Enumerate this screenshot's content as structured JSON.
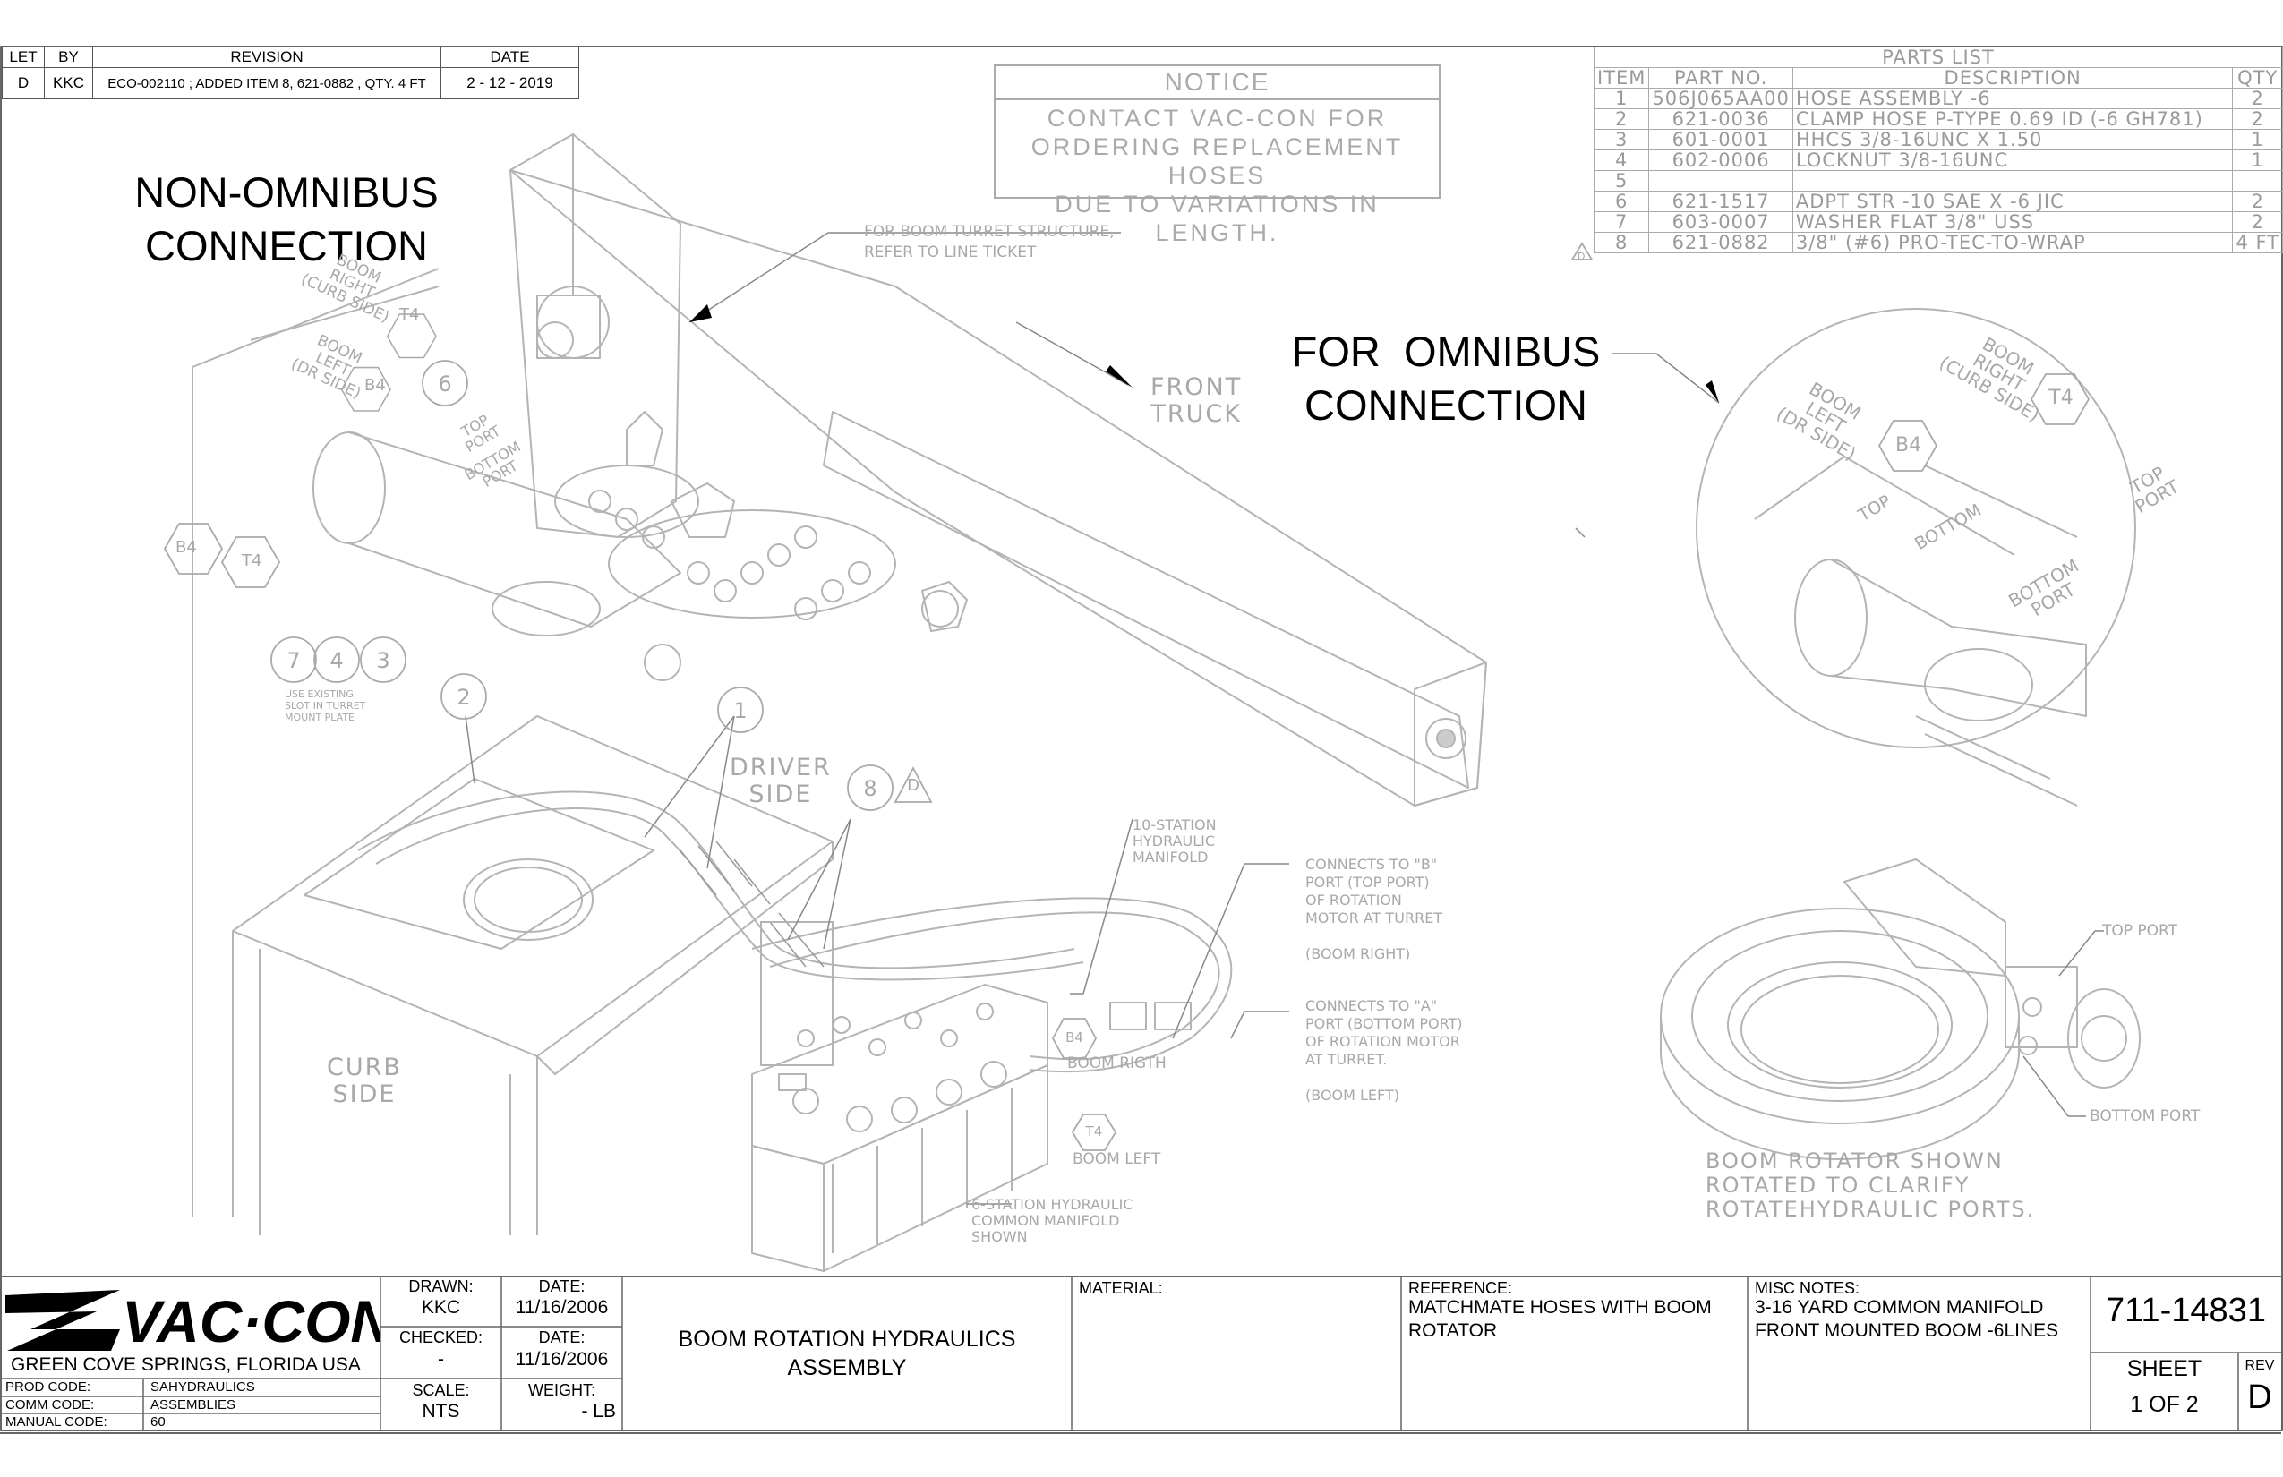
{
  "revision_table": {
    "headers": [
      "LET",
      "BY",
      "REVISION",
      "DATE"
    ],
    "rows": [
      [
        "D",
        "KKC",
        "ECO-002110 ; ADDED ITEM 8, 621-0882 , QTY. 4 FT",
        "2 - 12 - 2019"
      ]
    ]
  },
  "notice": {
    "title": "NOTICE",
    "lines": [
      "CONTACT VAC-CON FOR",
      "ORDERING REPLACEMENT HOSES",
      "DUE TO VARIATIONS IN LENGTH."
    ]
  },
  "parts_list": {
    "title": "PARTS LIST",
    "headers": [
      "ITEM",
      "PART NO.",
      "DESCRIPTION",
      "QTY"
    ],
    "rows": [
      [
        "1",
        "506J065AA00",
        "HOSE ASSEMBLY -6",
        "2"
      ],
      [
        "2",
        "621-0036",
        "CLAMP HOSE P-TYPE 0.69 ID (-6 GH781)",
        "2"
      ],
      [
        "3",
        "601-0001",
        "HHCS 3/8-16UNC X 1.50",
        "1"
      ],
      [
        "4",
        "602-0006",
        "LOCKNUT 3/8-16UNC",
        "1"
      ],
      [
        "5",
        "",
        "",
        ""
      ],
      [
        "6",
        "621-1517",
        "ADPT STR -10 SAE X -6 JIC",
        "2"
      ],
      [
        "7",
        "603-0007",
        "WASHER FLAT 3/8\" USS",
        "2"
      ],
      [
        "8",
        "621-0882",
        "3/8\" (#6) PRO-TEC-TO-WRAP",
        "4 FT"
      ]
    ],
    "rev_flag": "D"
  },
  "labels": {
    "non_omnibus": [
      "NON-OMNIBUS",
      "CONNECTION"
    ],
    "omnibus": [
      "FOR  OMNIBUS",
      "CONNECTION"
    ],
    "boom_turret": [
      "FOR BOOM TURRET STRUCTURE,",
      "REFER TO LINE TICKET"
    ],
    "front_truck": [
      "FRONT",
      "TRUCK"
    ],
    "boom_right_curb": [
      "BOOM",
      "RIGHT",
      "(CURB SIDE)"
    ],
    "boom_left_dr": [
      "BOOM",
      "LEFT",
      "(DR SIDE)"
    ],
    "top_port": [
      "TOP",
      "PORT"
    ],
    "bottom_port": [
      "BOTTOM",
      "PORT"
    ],
    "top": "TOP",
    "bottom": "BOTTOM",
    "t4": "T4",
    "b4": "B4",
    "use_existing": [
      "USE EXISTING",
      "SLOT IN TURRET",
      "MOUNT PLATE"
    ],
    "driver_side": [
      "DRIVER",
      "SIDE"
    ],
    "curb_side": [
      "CURB",
      "SIDE"
    ],
    "ten_station": [
      "10-STATION",
      "HYDRAULIC",
      "MANIFOLD"
    ],
    "connects_b": [
      "CONNECTS TO \"B\"",
      "PORT (TOP PORT)",
      "OF ROTATION",
      "MOTOR AT TURRET"
    ],
    "boom_right_paren": "(BOOM RIGHT)",
    "connects_a": [
      "CONNECTS TO \"A\"",
      "PORT (BOTTOM PORT)",
      "OF ROTATION MOTOR",
      "AT TURRET."
    ],
    "boom_left_paren": "(BOOM LEFT)",
    "boom_rigth": "BOOM RIGTH",
    "boom_left": "BOOM LEFT",
    "six_station": [
      "6-STATION HYDRAULIC",
      "COMMON MANIFOLD",
      "SHOWN"
    ],
    "rot_top_port": "TOP PORT",
    "rot_bottom_port": "BOTTOM PORT",
    "rotator_note": [
      "BOOM ROTATOR SHOWN",
      "ROTATED TO CLARIFY",
      "ROTATEHYDRAULIC PORTS."
    ],
    "callouts": [
      "1",
      "2",
      "3",
      "4",
      "6",
      "7",
      "8"
    ],
    "rev_flag": "D"
  },
  "title_block": {
    "company": "VAC·CON",
    "location": "GREEN COVE SPRINGS, FLORIDA USA",
    "prod_code_label": "PROD CODE:",
    "prod_code": "SAHYDRAULICS",
    "comm_code_label": "COMM CODE:",
    "comm_code": "ASSEMBLIES",
    "manual_code_label": "MANUAL CODE:",
    "manual_code": "60",
    "drawn_label": "DRAWN:",
    "drawn": "KKC",
    "date_label": "DATE:",
    "drawn_date": "11/16/2006",
    "checked_label": "CHECKED:",
    "checked": "-",
    "checked_date": "11/16/2006",
    "scale_label": "SCALE:",
    "scale": "NTS",
    "weight_label": "WEIGHT:",
    "weight": "- LB",
    "title": [
      "BOOM ROTATION HYDRAULICS",
      "ASSEMBLY"
    ],
    "material_label": "MATERIAL:",
    "reference_label": "REFERENCE:",
    "reference": [
      "MATCHMATE HOSES WITH BOOM",
      "ROTATOR"
    ],
    "misc_label": "MISC NOTES:",
    "misc": [
      "3-16 YARD COMMON MANIFOLD",
      "FRONT MOUNTED BOOM -6LINES"
    ],
    "drawing_no": "711-14831",
    "sheet_label": "SHEET",
    "sheet": "1 OF 2",
    "rev_label": "REV",
    "rev": "D"
  }
}
